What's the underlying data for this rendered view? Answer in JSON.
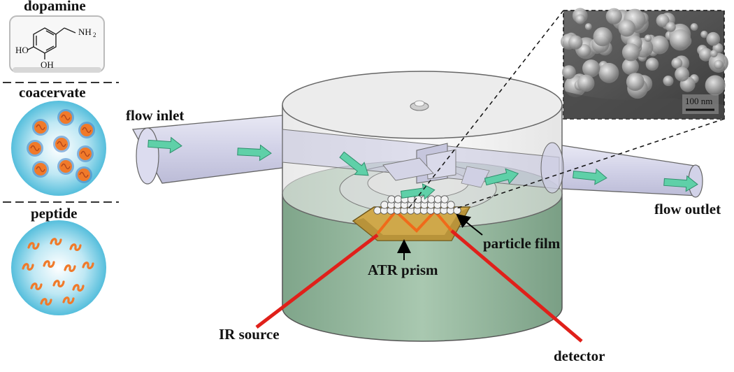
{
  "panels": {
    "dopamine": {
      "title": "dopamine",
      "nh2": "NH",
      "sub2": "2",
      "oh_left": "HO",
      "oh_bottom": "OH"
    },
    "coacervate": {
      "title": "coacervate"
    },
    "peptide": {
      "title": "peptide"
    }
  },
  "diagram": {
    "flow_inlet": "flow inlet",
    "flow_outlet": "flow outlet",
    "particle_film": "particle film",
    "atr_prism": "ATR prism",
    "ir_source": "IR source",
    "detector": "detector"
  },
  "sem_inset": {
    "scale_bar": "100 nm"
  },
  "colors": {
    "arrow": "#5fd0a8",
    "laser": "#e0201a",
    "prism": "#c9a53a",
    "prism_zigzag": "#f06a1a",
    "droplet": "#5fc4e0",
    "chain": "#f07a2a",
    "liquid": "#8fb89a"
  }
}
